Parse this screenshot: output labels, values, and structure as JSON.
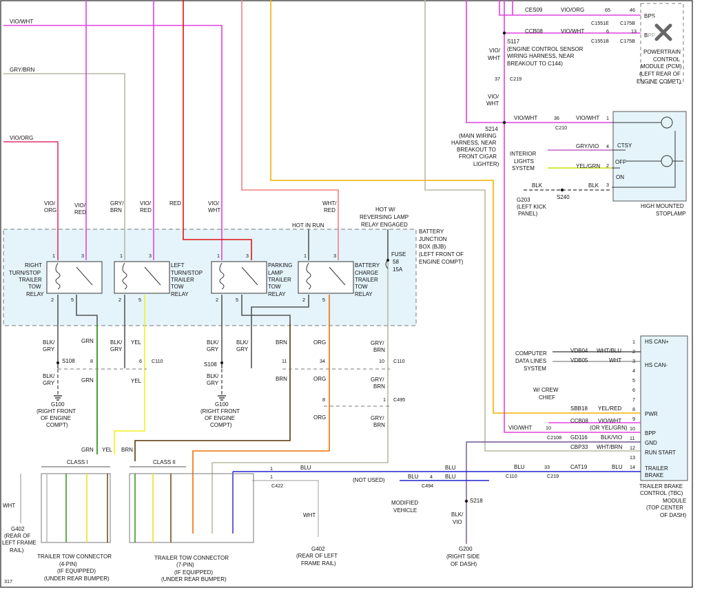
{
  "wires": {
    "vio_wht": "VIO/WHT",
    "gry_brn": "GRY/BRN",
    "vio_org": "VIO/ORG",
    "vio": "VIO/",
    "vio_short": "VIO/",
    "org": "ORG",
    "red": "RED",
    "gry": "GRY/",
    "red_short": "RED",
    "wht": "WHT/",
    "wht_short": "WHT",
    "wht_red": "RED",
    "grn": "GRN",
    "yel": "YEL",
    "brn": "BRN",
    "blk": "BLK/",
    "gry_blk": "GRY",
    "blu": "BLU",
    "wht2": "WHT",
    "yel_red": "YEL/RED",
    "wht_blu": "WHT/BLU",
    "vio_gry": "VIO/WHT",
    "blk_vio": "BLK/VIO",
    "wht_brn": "WHT/BRN",
    "gry_vio": "GRY/VIO",
    "yel_grn": "YEL/GRN",
    "blk2": "BLK",
    "or_yel_grn": "(OR YEL/GRN)",
    "gry_slash": "GRY/",
    "brn2": "BRN",
    "vio2": "VIO",
    "blk_slash": "BLK/"
  },
  "pcm": {
    "circuit1": "CES09",
    "wire1": "VIO/ORG",
    "pin1": "65",
    "pin1b": "46",
    "conn1a": "C1551E",
    "conn1b": "C175B",
    "circuit2": "CCB08",
    "wire2": "VIO/WHT",
    "pin2": "6",
    "pin2b": "13",
    "conn2a": "C1551B",
    "conn2b": "C175B",
    "bps": "BPS",
    "bpp": "BPP",
    "name": [
      "POWERTRAIN",
      "CONTROL",
      "MODULE (PCM)",
      "(LEFT REAR OF",
      "ENGINE COMPT)"
    ]
  },
  "s117": {
    "label": "S117",
    "desc": [
      "(ENGINE CONTROL SENSOR",
      "WIRING HARNESS, NEAR",
      "BREAKOUT TO C144)"
    ],
    "wire": [
      "VIO/",
      "WHT"
    ],
    "pin": "37",
    "conn": "C219"
  },
  "s214": {
    "label": "S214",
    "desc": [
      "(MAIN WIRING",
      "HARNESS, NEAR",
      "BREAKOUT TO",
      "FRONT CIGAR",
      "LIGHTER)"
    ],
    "wire": [
      "VIO/",
      "WHT"
    ]
  },
  "stop": {
    "wire_a": "VIO/WHT",
    "pin_a": "36",
    "conn_a": "C210",
    "wire_b": "VIO/WHT",
    "pins": [
      "1",
      "4",
      "2",
      "3"
    ],
    "ctsy": "CTSY",
    "off": "OFF",
    "on": "ON",
    "name": [
      "HIGH MOUNTED",
      "STOPLAMP"
    ]
  },
  "interior": {
    "label": [
      "INTERIOR",
      "LIGHTS",
      "SYSTEM"
    ],
    "wire1": "GRY/VIO",
    "wire2": "YEL/GRN"
  },
  "ground_s240": {
    "wire": "BLK",
    "wire2": "BLK",
    "splice": "S240",
    "g": "G203",
    "desc": [
      "(LEFT KICK",
      "PANEL)"
    ]
  },
  "bjb": {
    "label": [
      "BATTERY",
      "JUNCTION",
      "BOX (BJB)",
      "(LEFT FRONT OF",
      "ENGINE COMPT)"
    ],
    "hot_run": "HOT IN RUN",
    "hot_rev": [
      "HOT W/",
      "REVERSING LAMP",
      "RELAY ENGAGED"
    ],
    "fuse": [
      "FUSE",
      "58",
      "15A"
    ]
  },
  "relays": [
    {
      "name": [
        "RIGHT",
        "TURN/STOP",
        "TRAILER",
        "TOW",
        "RELAY"
      ],
      "p1": "1",
      "p2": "2",
      "p3": "3",
      "p5": "5"
    },
    {
      "name": [
        "LEFT",
        "TURN/STOP",
        "TRAILER",
        "TOW",
        "RELAY"
      ],
      "p1": "1",
      "p2": "2",
      "p3": "3",
      "p5": "5"
    },
    {
      "name": [
        "PARKING",
        "LAMP",
        "TRAILER",
        "TOW",
        "RELAY"
      ],
      "p1": "1",
      "p2": "2",
      "p3": "3",
      "p5": "5"
    },
    {
      "name": [
        "BATTERY",
        "CHARGE",
        "TRAILER",
        "TOW",
        "RELAY"
      ],
      "p1": "1",
      "p2": "2",
      "p3": "3",
      "p5": "5"
    }
  ],
  "top_wires": [
    [
      "VIO/",
      "ORG"
    ],
    [
      "VIO/",
      "RED"
    ],
    [
      "GRY/",
      "BRN"
    ],
    [
      "VIO/",
      "RED"
    ],
    [
      "RED"
    ],
    [
      "VIO/",
      "WHT"
    ],
    [
      "WHT/",
      "RED"
    ]
  ],
  "mid": {
    "blkgry": [
      "BLK/",
      "GRY"
    ],
    "s108": "S108",
    "g100": "G100",
    "g100desc": [
      "(RIGHT FRONT",
      "OF ENGINE",
      "COMPT)"
    ],
    "c110": "C110",
    "p8": "8",
    "p6": "6",
    "p11": "11",
    "p34": "34",
    "p10": "10",
    "p8b": "8",
    "c495": "C495",
    "p1": "1"
  },
  "tbc": {
    "name": [
      "TRAILER BRAKE",
      "CONTROL (TBC)",
      "MODULE",
      "(TOP CENTER",
      "OF DASH)"
    ],
    "pins": [
      "1",
      "2",
      "3",
      "4",
      "5",
      "6",
      "7",
      "8",
      "9",
      "10",
      "11",
      "12",
      "13",
      "14"
    ],
    "hscan_p": "HS CAN+",
    "hscan_m": "HS CAN-",
    "pwr": "PWR",
    "bpp": "BPP",
    "gnd": "GND",
    "run": "RUN START",
    "trailer": [
      "TRAILER",
      "BRAKE"
    ],
    "cds": [
      "COMPUTER",
      "DATA LINES",
      "SYSTEM"
    ],
    "vdb04": "VDB04",
    "vdb05": "VDB05",
    "crew": [
      "W/ CREW",
      "CHIEF"
    ],
    "sbb18": "SBB18",
    "ccb08": "CCB08",
    "gd116": "GD116",
    "cbp33": "CBP33",
    "c2108": "C2108",
    "cat19": "CAT19",
    "pin33": "33",
    "c219": "C219",
    "c110": "C110"
  },
  "bottom": {
    "not_used": "(NOT USED)",
    "modified": [
      "MODIFIED",
      "VEHICLE"
    ],
    "c494": "C494",
    "p4": "4",
    "s218": "S218",
    "g200": "G200",
    "g200desc": [
      "(RIGHT SIDE",
      "OF DASH)"
    ],
    "c422": "C422",
    "g402": "G402",
    "g402desc": [
      "(REAR OF LEFT",
      "FRAME RAIL)"
    ],
    "g402left": [
      "(REAR OF",
      "LEFT FRAME",
      "RAIL)"
    ],
    "class1": "CLASS I",
    "class2": "CLASS II",
    "conn4": [
      "TRAILER TOW CONNECTOR",
      "(4-PIN)",
      "(IF EQUIPPED)",
      "(UNDER REAR BUMPER)"
    ],
    "conn7": [
      "TRAILER TOW CONNECTOR",
      "(7-PIN)",
      "(IF EQUIPPED)",
      "(UNDER REAR BUMPER)"
    ],
    "page": "317"
  }
}
